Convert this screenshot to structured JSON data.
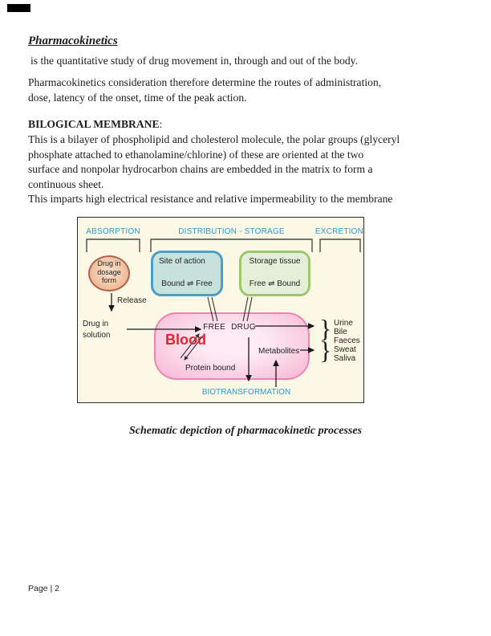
{
  "colors": {
    "diagram_background": "#FCF8E6",
    "section_label_blue": "#2B99D1",
    "blood_red": "#E32430",
    "site_box_border": "#4D9DC9",
    "site_box_fill": "#C7E1DB",
    "storage_box_border": "#9DC76F",
    "storage_box_fill": "#E4EED8",
    "blood_box_border": "#EF83B5",
    "blood_box_fill": "#FACBE0",
    "dosage_circle_border": "#B2614B",
    "dosage_circle_fill": "#F0C5A4"
  },
  "doc": {
    "title": "Pharmacokinetics",
    "intro": "is the quantitative study of drug movement in, through and out of the body.",
    "para1_lines": [
      "Pharmacokinetics consideration therefore determine the routes of administration,",
      "dose, latency of the onset, time of the peak action."
    ],
    "heading": "BILOGICAL MEMBRANE",
    "heading_colon": ":",
    "membrane_lines": [
      "This is a bilayer of phospholipid and cholesterol molecule, the polar groups (glyceryl",
      "phosphate attached to ethanolamine/chlorine) of these are oriented at the two",
      "surface and nonpolar hydrocarbon chains are embedded in the matrix to form a",
      "continuous sheet.",
      "This imparts high electrical resistance and relative impermeability to the membrane"
    ],
    "caption": "Schematic depiction of pharmacokinetic processes",
    "page_number": "Page | 2"
  },
  "diagram": {
    "sections": {
      "absorption": "ABSORPTION",
      "distribution": "DISTRIBUTION - STORAGE",
      "excretion": "EXCRETION"
    },
    "dosage_circle_lines": [
      "Drug in",
      "dosage",
      "form"
    ],
    "release": "Release",
    "drug_in_solution_lines": [
      "Drug in",
      "solution"
    ],
    "site_of_action": {
      "title": "Site of action",
      "equilibrium": "Bound ⇌ Free"
    },
    "storage_tissue": {
      "title": "Storage tissue",
      "equilibrium": "Free ⇌ Bound"
    },
    "blood": "Blood",
    "free_drug": "FREE DRUG",
    "protein_bound": "Protein bound",
    "metabolites": "Metabolites",
    "biotransformation": "BIOTRANSFORMATION",
    "brace": "}",
    "excretion_routes": [
      "Urine",
      "Bile",
      "Faeces",
      "Sweat",
      "Saliva"
    ]
  }
}
